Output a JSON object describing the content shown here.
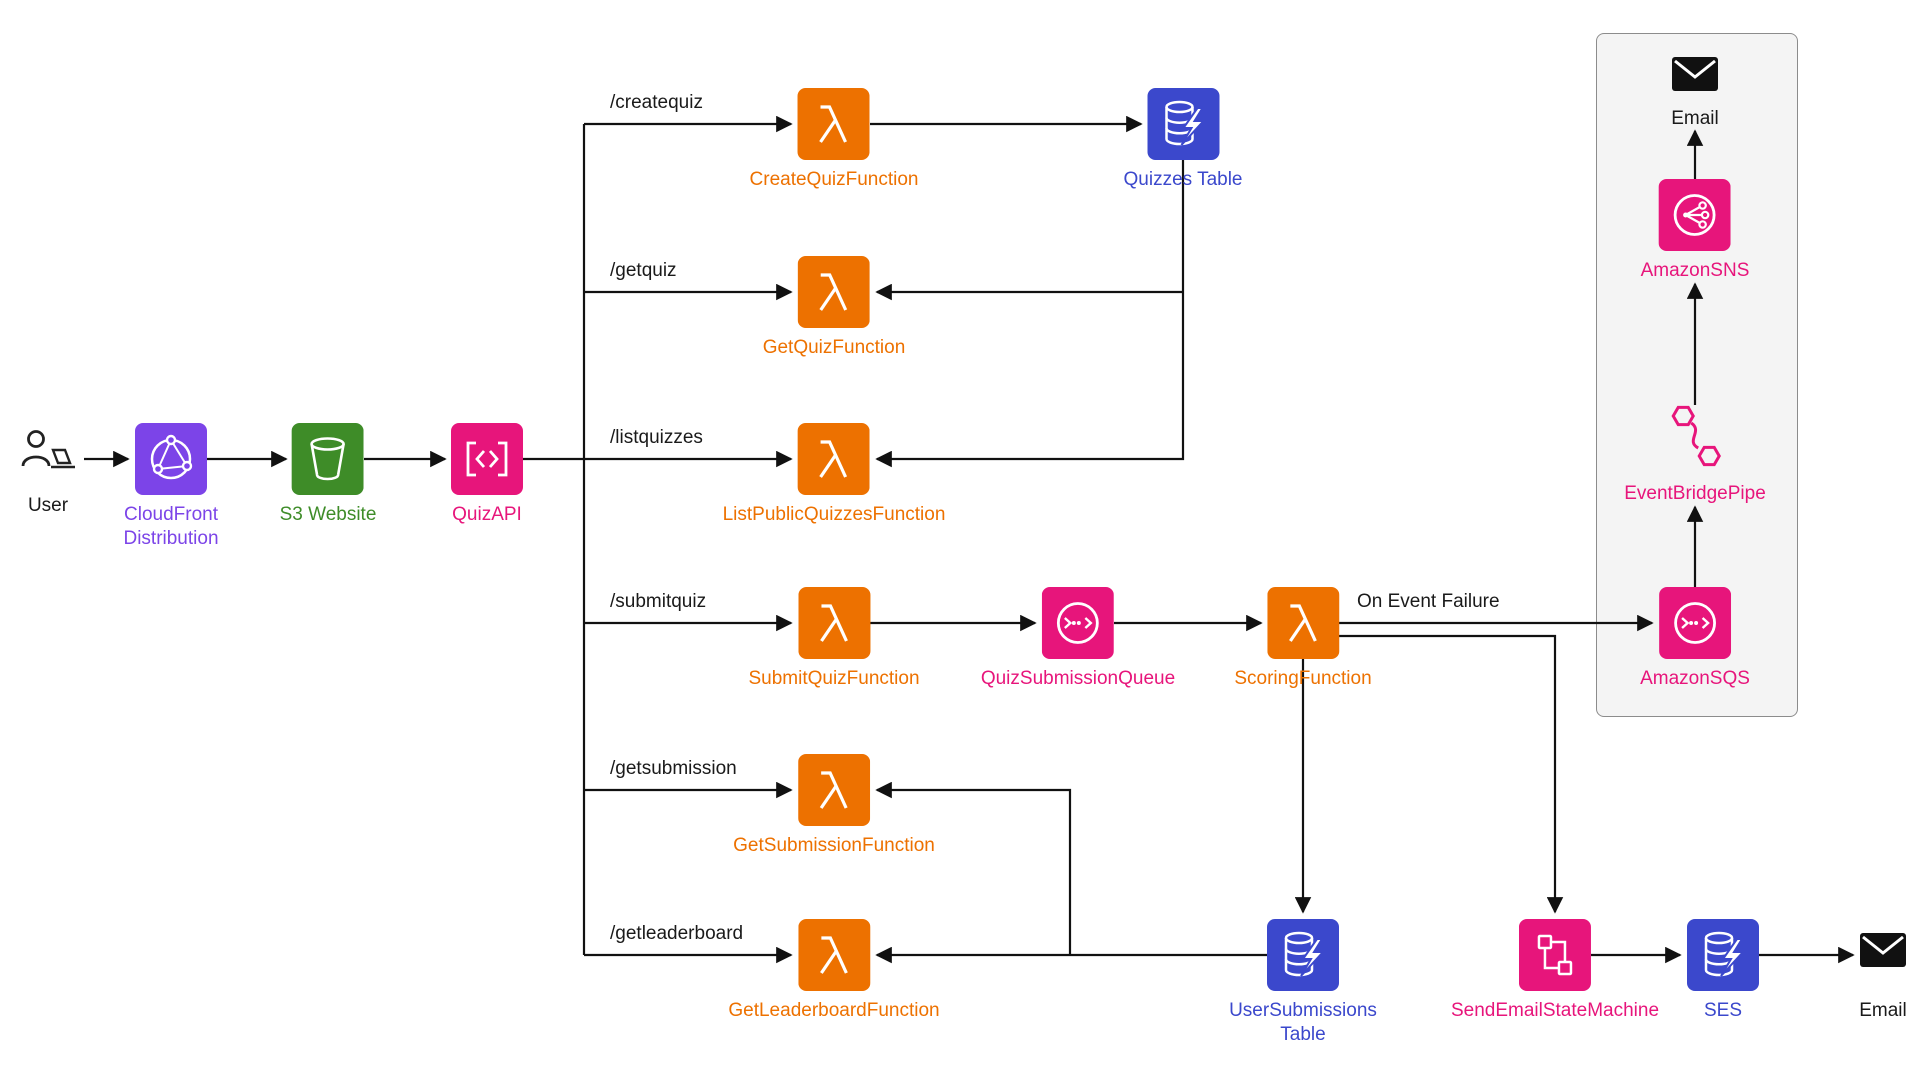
{
  "colors": {
    "lambda_orange": "#ED7100",
    "pink": "#E7157B",
    "database_blue": "#3B48CC",
    "cloudfront_purple": "#7C44E8",
    "s3_green": "#3E8C28",
    "line_black": "#1a1a1a",
    "group_box_fill": "#f4f4f4"
  },
  "nodes": {
    "user": {
      "label": "User"
    },
    "cloudfront": {
      "label": "CloudFront Distribution"
    },
    "s3": {
      "label": "S3 Website"
    },
    "quizapi": {
      "label": "QuizAPI"
    },
    "create_quiz_fn": {
      "label": "CreateQuizFunction"
    },
    "get_quiz_fn": {
      "label": "GetQuizFunction"
    },
    "list_quizzes_fn": {
      "label": "ListPublicQuizzesFunction"
    },
    "submit_quiz_fn": {
      "label": "SubmitQuizFunction"
    },
    "get_submission_fn": {
      "label": "GetSubmissionFunction"
    },
    "get_leaderboard_fn": {
      "label": "GetLeaderboardFunction"
    },
    "quizzes_table": {
      "label": "Quizzes Table"
    },
    "quiz_submission_queue": {
      "label": "QuizSubmissionQueue"
    },
    "scoring_fn": {
      "label": "ScoringFunction"
    },
    "user_submissions_table": {
      "label": "UserSubmissions Table"
    },
    "send_email_state_machine": {
      "label": "SendEmailStateMachine"
    },
    "ses": {
      "label": "SES"
    },
    "email_bottom": {
      "label": "Email"
    },
    "email_top": {
      "label": "Email"
    },
    "amazon_sns": {
      "label": "AmazonSNS"
    },
    "eventbridge_pipe": {
      "label": "EventBridgePipe"
    },
    "amazon_sqs": {
      "label": "AmazonSQS"
    }
  },
  "edges": {
    "createquiz": "/createquiz",
    "getquiz": "/getquiz",
    "listquizzes": "/listquizzes",
    "submitquiz": "/submitquiz",
    "getsubmission": "/getsubmission",
    "getleaderboard": "/getleaderboard",
    "on_event_failure": "On Event Failure"
  }
}
